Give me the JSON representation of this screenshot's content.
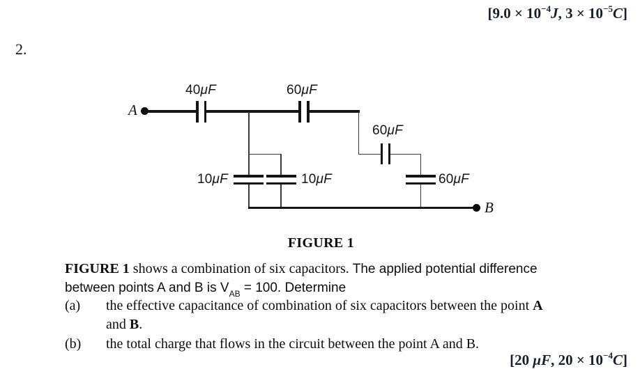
{
  "answer_top": {
    "open": "[",
    "num1": "9.0 × 10",
    "sup1": "−4",
    "unit1": "J",
    "sep": ", ",
    "num2": "3 × 10",
    "sup2": "−5",
    "unit2": "C",
    "close": "]"
  },
  "question_number": "2.",
  "circuit": {
    "node_a_label": "A",
    "node_b_label": "B",
    "capacitors": [
      {
        "value": "40",
        "unit": "μF"
      },
      {
        "value": "60",
        "unit": "μF"
      },
      {
        "value": "60",
        "unit": "μF"
      },
      {
        "value": "10",
        "unit": "μF"
      },
      {
        "value": "10",
        "unit": "μF"
      },
      {
        "value": "60",
        "unit": "μF"
      }
    ]
  },
  "figure_caption": "FIGURE 1",
  "statement": {
    "bold": "FIGURE 1",
    "serif": " shows a combination of six capacitors. ",
    "sans_line1": "The applied potential difference",
    "line2_pre": "between points A and B is V",
    "line2_sub": "AB",
    "line2_post": " = 100. Determine"
  },
  "items": {
    "a": {
      "label": "(a)",
      "line1": "the effective capacitance of combination of six capacitors between the point ",
      "line1_bold": "A",
      "line2_pre": "and ",
      "line2_bold": "B",
      "line2_end": "."
    },
    "b": {
      "label": "(b)",
      "text": "the total charge that flows in the circuit between the point A and B."
    }
  },
  "answer_bottom": {
    "open": "[",
    "num1": "20 ",
    "unit1": "μF",
    "sep": ", ",
    "num2": "20 × 10",
    "sup1": "−4",
    "unit2": "C",
    "close": "]"
  }
}
